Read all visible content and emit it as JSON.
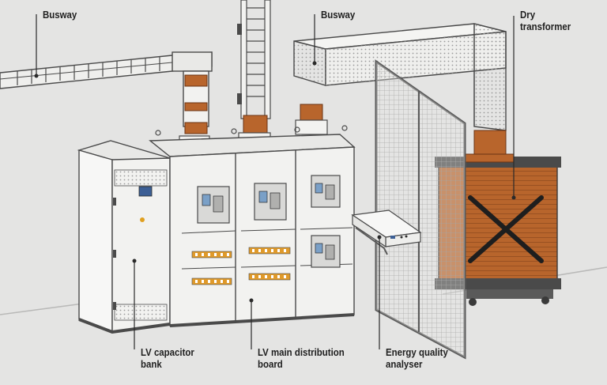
{
  "labels": {
    "busway_left": "Busway",
    "busway_center": "Busway",
    "dry_transformer": [
      "Dry",
      "transformer"
    ],
    "lv_capacitor_bank": [
      "LV capacitor",
      "bank"
    ],
    "lv_main_distribution_board": [
      "LV main distribution",
      "board"
    ],
    "energy_quality_analyser": [
      "Energy quality",
      "analyser"
    ]
  },
  "colors": {
    "background": "#e4e4e3",
    "outline": "#4a4a4a",
    "cabinet": "#f2f2f0",
    "copper": "#b8652c",
    "copper_dark": "#8a4720",
    "mesh": "#8e8e8e",
    "busway_body": "#efefed",
    "label_text": "#1f1f1f"
  },
  "icons": {
    "analyser": "energy-analyser-device",
    "breaker": "air-circuit-breaker",
    "transformer": "dry-type-transformer"
  }
}
